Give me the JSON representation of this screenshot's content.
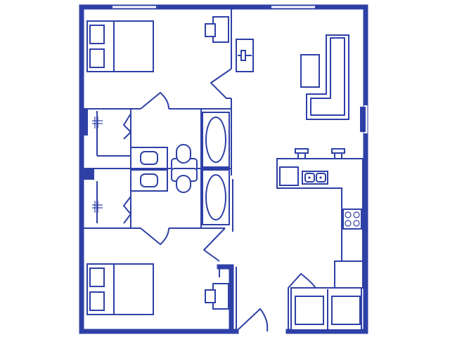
{
  "plan": {
    "line_color": "#2e40a6",
    "background": "#ffffff",
    "rooms": [
      "bedroom",
      "bedroom",
      "bathroom",
      "bathroom",
      "closet",
      "closet",
      "living-area",
      "kitchen"
    ],
    "furniture": [
      "bed",
      "bed",
      "desk",
      "desk",
      "sofa",
      "coffee-table",
      "tv-console",
      "bar-stool",
      "bar-stool",
      "double-sink",
      "cooktop",
      "refrigerator",
      "washer",
      "dryer",
      "toilet",
      "toilet",
      "bathtub",
      "bathtub",
      "vanity",
      "vanity"
    ]
  }
}
